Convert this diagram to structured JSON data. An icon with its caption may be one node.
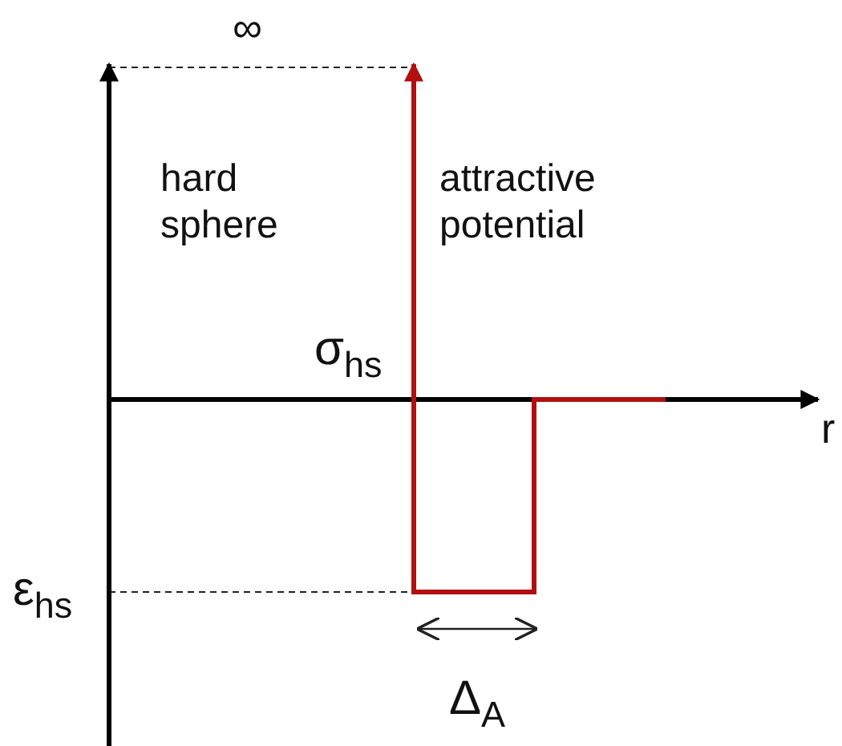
{
  "diagram": {
    "labels": [
      "∞",
      "hard sphere",
      "attractive potential",
      "σ$_{hs}$",
      "r",
      "ε$_{hs}$",
      "Δ$_{A}$"
    ]
  }
}
